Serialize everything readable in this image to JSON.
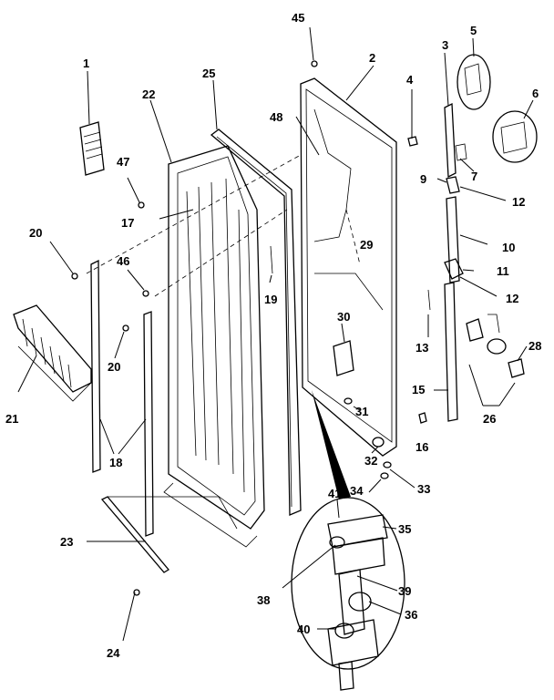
{
  "diagram": {
    "labels": [
      "1",
      "2",
      "3",
      "4",
      "5",
      "6",
      "7",
      "9",
      "10",
      "11",
      "12",
      "12",
      "13",
      "15",
      "16",
      "17",
      "18",
      "19",
      "20",
      "20",
      "21",
      "22",
      "23",
      "24",
      "25",
      "26",
      "28",
      "29",
      "30",
      "31",
      "32",
      "33",
      "34",
      "35",
      "36",
      "38",
      "39",
      "40",
      "41",
      "45",
      "46",
      "47",
      "48"
    ]
  }
}
